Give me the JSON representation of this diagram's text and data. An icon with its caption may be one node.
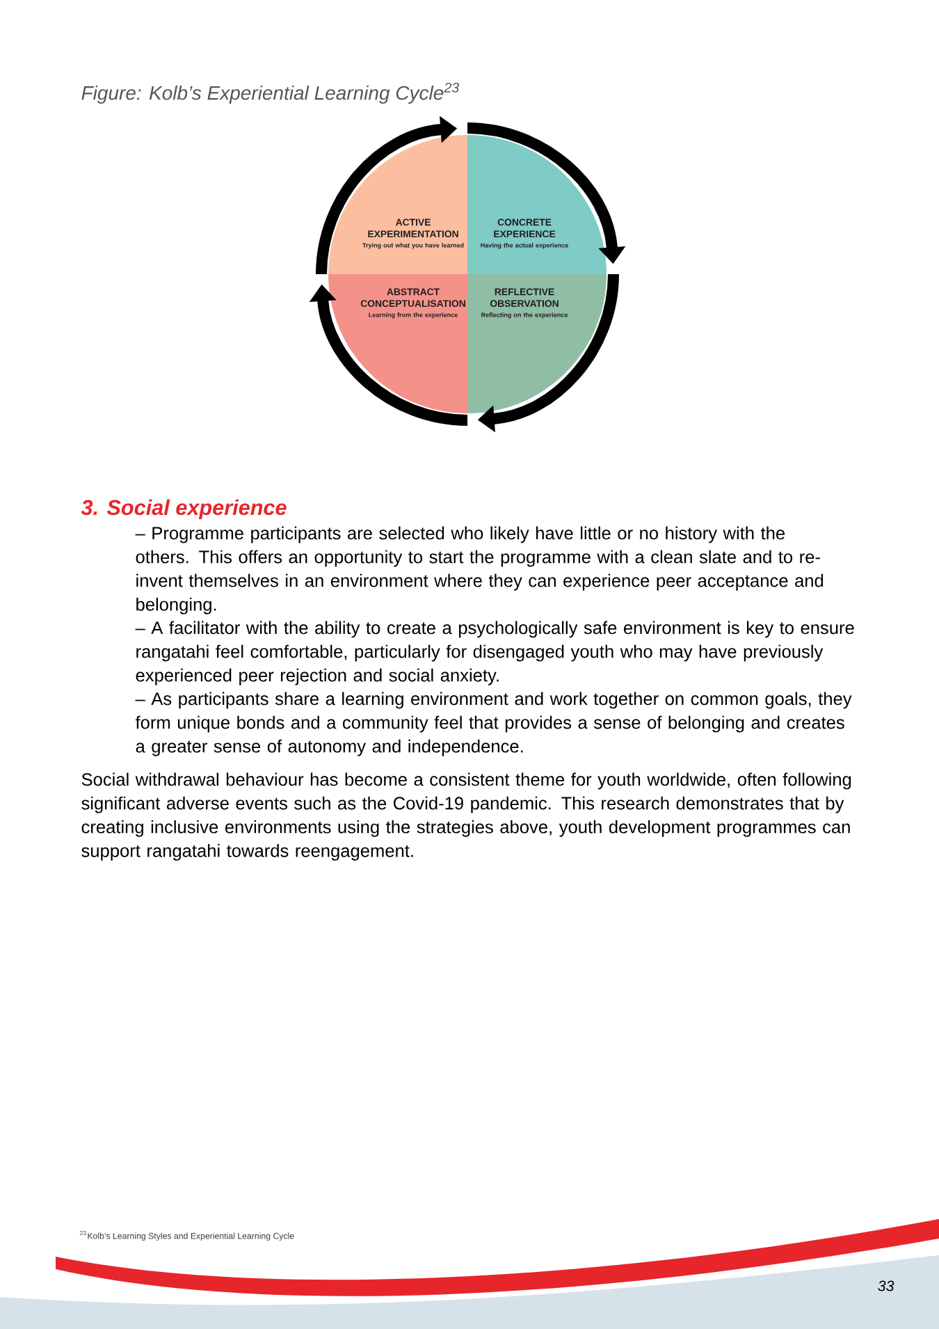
{
  "diagram": {
    "title": "Figure: Kolb’s Experiential Learning Cycle$^{23}$",
    "nodes": [
      {
        "text": [
          "ACTIVE EXPERIMENTATION",
          "Trying out what you have learned"
        ]
      },
      {
        "text": [
          "CONCRETE EXPERIENCE",
          "Having the actual experience"
        ]
      },
      {
        "text": [
          "ABSTRACT CONCEPTUALISATION",
          "Learning from the experience"
        ]
      },
      {
        "text": [
          "REFLECTIVE OBSERVATION",
          "Reflecting on the experience"
        ]
      }
    ],
    "edges": [
      {
        "from": 0,
        "to": 1,
        "arrow": "to"
      },
      {
        "from": 1,
        "to": 3,
        "arrow": "to"
      },
      {
        "from": 3,
        "to": 2,
        "arrow": "to"
      },
      {
        "from": 2,
        "to": 0,
        "arrow": "to"
      }
    ],
    "labels": [
      "3. Social experience",
      "– Programme participants are selected who likely have little or no history with the others. This offers an opportunity to start the programme with a clean slate and to re-invent themselves in an environment where they can experience peer acceptance and belonging.",
      "– A facilitator with the ability to create a psychologically safe environment is key to ensure rangatahi feel comfortable, particularly for disengaged youth who may have previously experienced peer rejection and social anxiety.",
      "– As participants share a learning environment and work together on common goals, they form unique bonds and a community feel that provides a sense of belonging and creates a greater sense of autonomy and independence.",
      "Social withdrawal behaviour has become a consistent theme for youth worldwide, often following significant adverse events such as the Covid-19 pandemic. This research demonstrates that by creating inclusive environments using the strategies above, youth development programmes can support rangatahi towards reengagement.",
      "$^{23}$Kolb’s Learning Styles and Experiential Learning Cycle",
      "33"
    ]
  }
}
